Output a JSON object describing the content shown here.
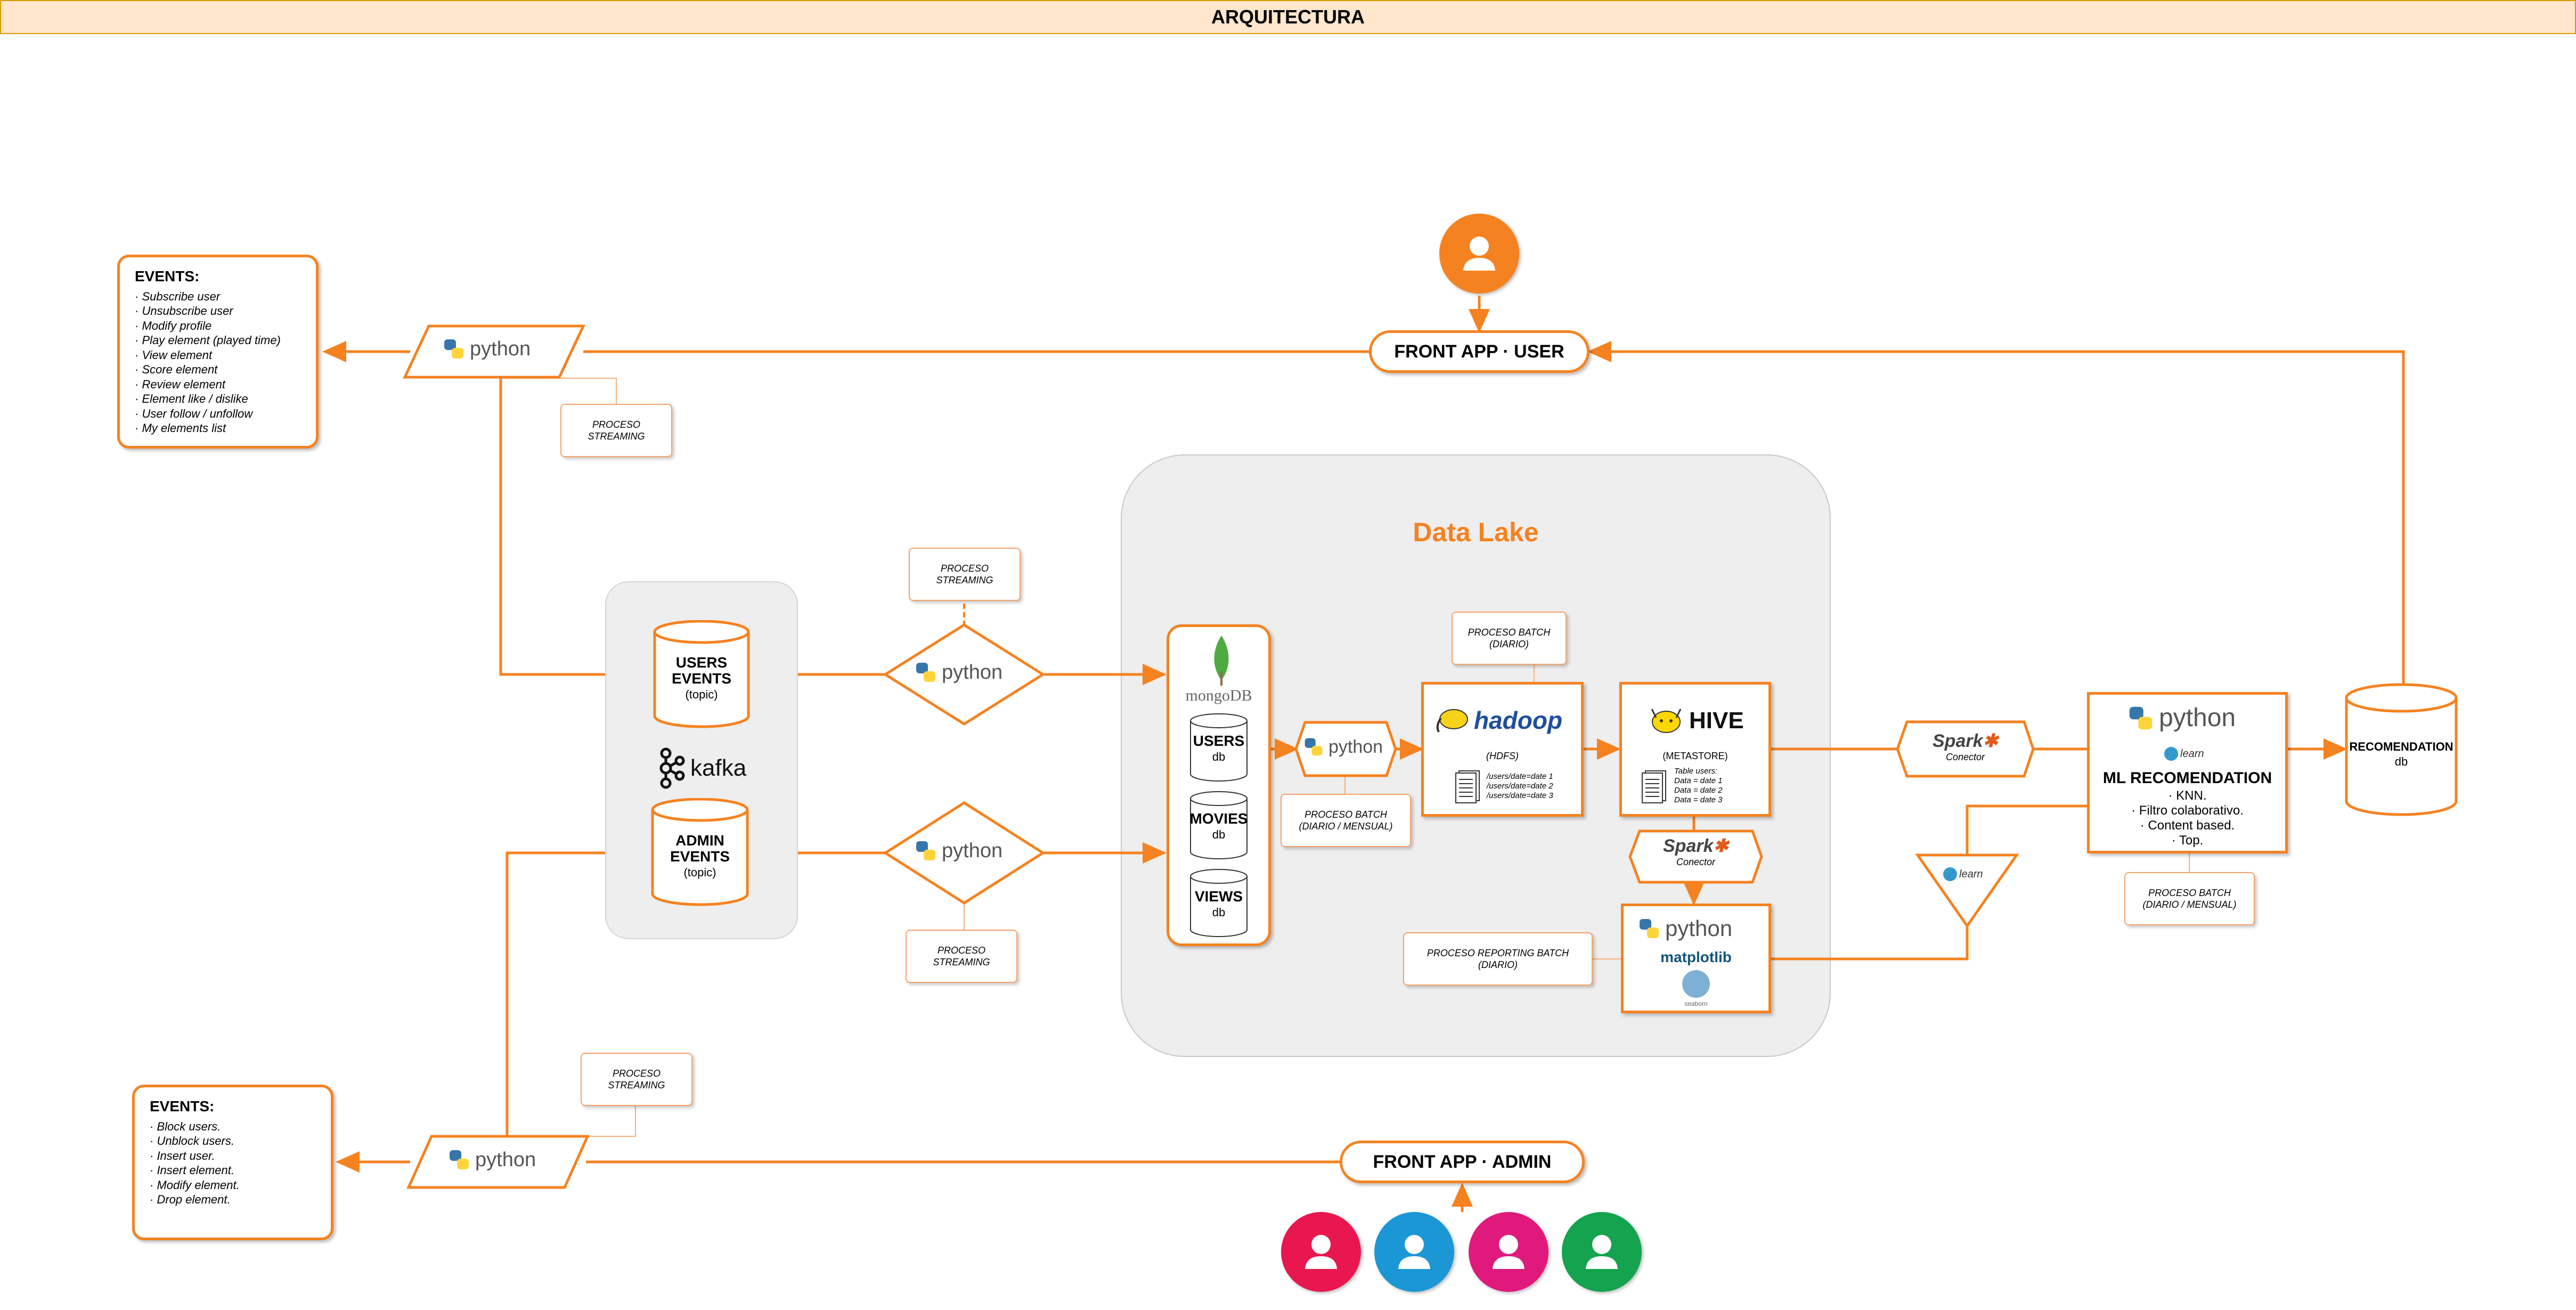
{
  "header": {
    "title": "ARQUITECTURA"
  },
  "events_user": {
    "title": "EVENTS:",
    "items": [
      "· Subscribe user",
      "· Unsubscribe user",
      "· Modify profile",
      "· Play element (played time)",
      "· View element",
      "· Score element",
      "· Review element",
      "· Element like / dislike",
      "· User follow / unfollow",
      "· My elements list"
    ]
  },
  "events_admin": {
    "title": "EVENTS:",
    "items": [
      "· Block users.",
      "· Unblock users.",
      "· Insert user.",
      "· Insert element.",
      "· Modify element.",
      "· Drop element."
    ]
  },
  "python_label": "python",
  "process": {
    "streaming_top": "PROCESO\nSTREAMING",
    "streaming_kafka_top": "PROCESO\nSTREAMING",
    "streaming_kafka_bottom": "PROCESO\nSTREAMING",
    "streaming_admin": "PROCESO\nSTREAMING",
    "batch_diario": "PROCESO BATCH\n(DIARIO)",
    "batch_diario_mensual": "PROCESO BATCH\n(DIARIO / MENSUAL)",
    "reporting": "PROCESO REPORTING BATCH\n(DIARIO)",
    "batch_ml": "PROCESO BATCH\n(DIARIO / MENSUAL)"
  },
  "front_user": "FRONT APP · USER",
  "front_admin": "FRONT APP · ADMIN",
  "kafka": {
    "label": "kafka",
    "users_topic": [
      "USERS",
      "EVENTS",
      "(topic)"
    ],
    "admin_topic": [
      "ADMIN",
      "EVENTS",
      "(topic)"
    ]
  },
  "datalake": {
    "title": "Data Lake"
  },
  "mongo": {
    "label": "mongoDB",
    "dbs": [
      {
        "name": "USERS",
        "sub": "db"
      },
      {
        "name": "MOVIES",
        "sub": "db"
      },
      {
        "name": "VIEWS",
        "sub": "db"
      }
    ]
  },
  "hadoop": {
    "label": "hadoop",
    "sub": "(HDFS)",
    "files": [
      "/users/date=date 1",
      "/users/date=date 2",
      "/users/date=date 3"
    ]
  },
  "hive": {
    "label": "HIVE",
    "sub": "(METASTORE)",
    "files": [
      "Table users:",
      "Data = date 1",
      "Data = date 2",
      "Data = date 3"
    ]
  },
  "spark": {
    "label": "Spark",
    "connector": "Conector"
  },
  "reporting_box": {
    "matplotlib": "matplotlib",
    "seaborn": "seaborn"
  },
  "sklearn_label": "learn",
  "ml": {
    "title": "ML RECOMENDATION",
    "items": [
      "· KNN.",
      "· Filtro colaborativo.",
      "· Content based.",
      "· Top."
    ]
  },
  "recommendation_db": {
    "name": "RECOMENDATION",
    "sub": "db"
  },
  "colors": {
    "accent": "#f58220",
    "user_avatar": "#f58220",
    "admin_avatars": [
      "#e8174f",
      "#1b97d6",
      "#e0197d",
      "#14a34e"
    ]
  }
}
